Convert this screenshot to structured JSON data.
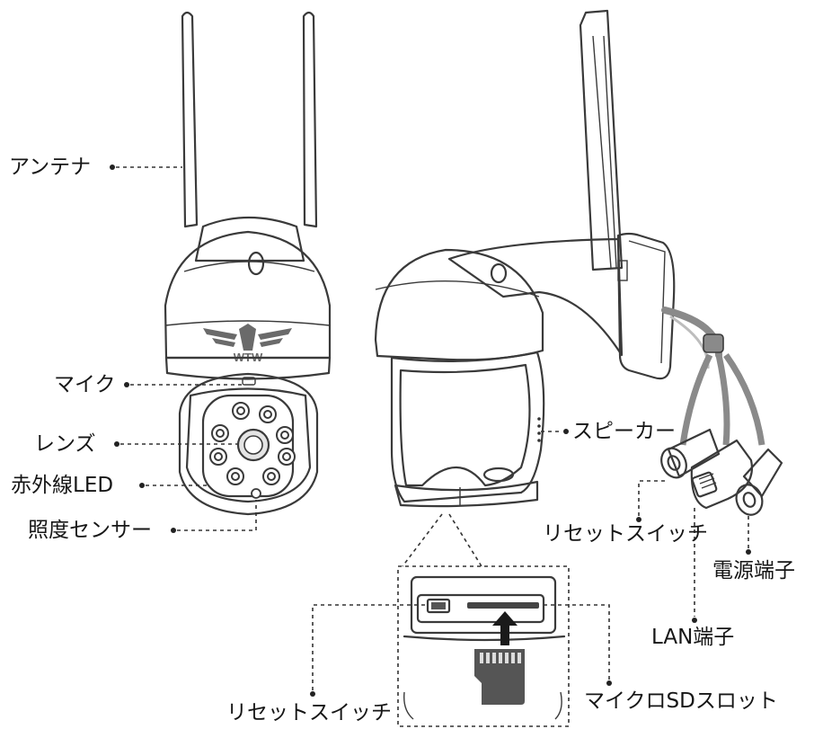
{
  "brand": "WTW",
  "labels": {
    "antenna": "アンテナ",
    "mic": "マイク",
    "lens": "レンズ",
    "ir_led": "赤外線LED",
    "light_sensor": "照度センサー",
    "speaker": "スピーカー",
    "reset_switch_cable": "リセットスイッチ",
    "power_port": "電源端子",
    "lan_port": "LAN端子",
    "reset_switch_slot": "リセットスイッチ",
    "microsd_slot": "マイクロSDスロット"
  },
  "colors": {
    "line": "#3a3a3a",
    "fill_light": "#f4f4f4",
    "fill_mid": "#e2e2e2",
    "fill_dark": "#c9c9c9",
    "cable": "#8a8a8a",
    "card": "#555555"
  }
}
